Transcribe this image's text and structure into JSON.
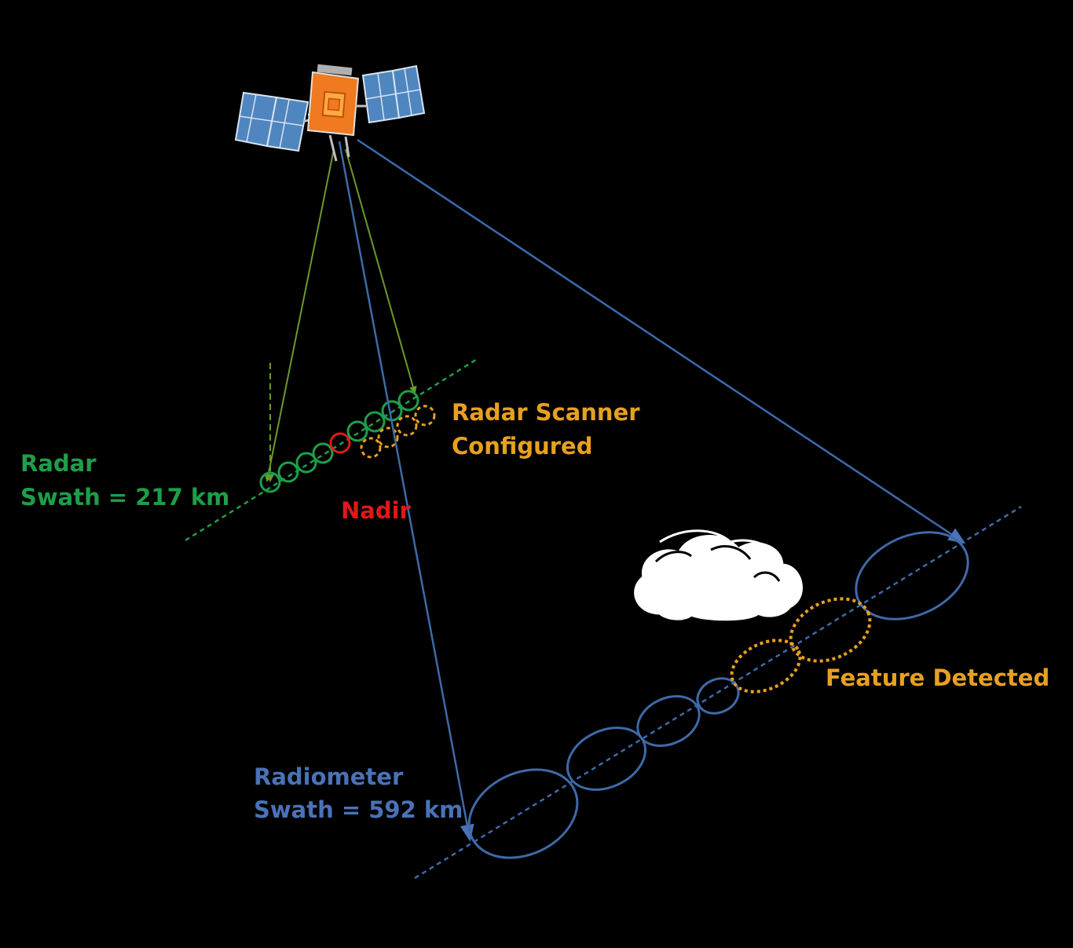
{
  "colors": {
    "background": "#000000",
    "radar": "#1e9e4a",
    "radar_beam": "#6a9a2a",
    "nadir": "#e01818",
    "configured": "#e8a020",
    "radiometer": "#4a72b8",
    "radiometer_beam": "#3e6aa8",
    "cloud": "#ffffff",
    "satellite_body": "#f07a20",
    "solar_panel": "#4f86bf"
  },
  "icons": {
    "satellite": "satellite-icon",
    "cloud": "cloud-icon"
  },
  "labels": {
    "radar_line1": "Radar",
    "radar_line2": "Swath = 217 km",
    "radar_scanner_line1": "Radar Scanner",
    "radar_scanner_line2": "Configured",
    "nadir": "Nadir",
    "feature_detected": "Feature Detected",
    "radiometer_line1": "Radiometer",
    "radiometer_line2": "Swath = 592 km"
  }
}
